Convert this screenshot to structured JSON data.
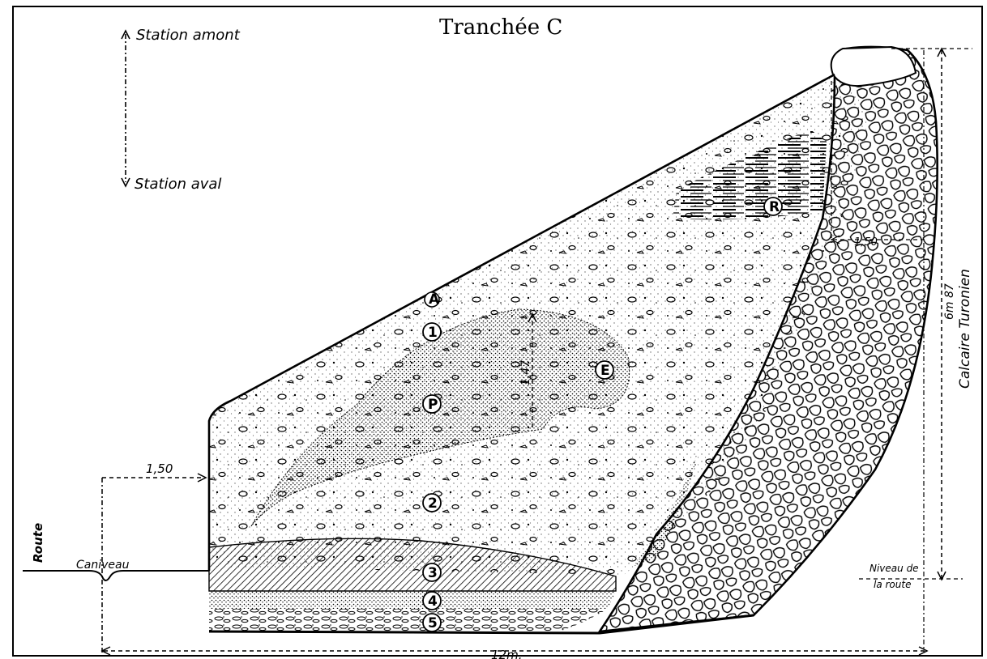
{
  "title": "Tranchée C",
  "orientation": {
    "upstream": "Station amont",
    "downstream": "Station aval"
  },
  "labels": {
    "road": "Route",
    "gutter": "Caniveau",
    "road_level_line1": "Niveau de",
    "road_level_line2": "la route",
    "rock": "Calcaire Turonien"
  },
  "dimensions": {
    "left_offset": "1,50",
    "right_offset": "1,50",
    "lens_height": "1,47",
    "total_height": "6m 87",
    "total_width": "12m."
  },
  "layers": [
    {
      "id": "A",
      "label": "A"
    },
    {
      "id": "1",
      "label": "1"
    },
    {
      "id": "P",
      "label": "P"
    },
    {
      "id": "E",
      "label": "E"
    },
    {
      "id": "R",
      "label": "R"
    },
    {
      "id": "2",
      "label": "2"
    },
    {
      "id": "3",
      "label": "3"
    },
    {
      "id": "4",
      "label": "4"
    },
    {
      "id": "5",
      "label": "5"
    }
  ]
}
